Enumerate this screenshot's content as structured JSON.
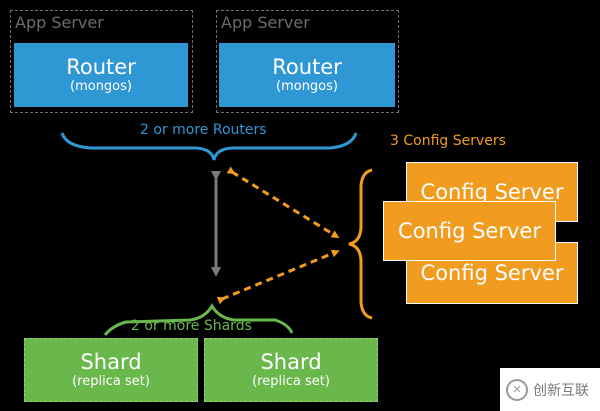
{
  "app_servers": [
    {
      "title": "App Server",
      "router": {
        "title": "Router",
        "sub": "(mongos)"
      }
    },
    {
      "title": "App Server",
      "router": {
        "title": "Router",
        "sub": "(mongos)"
      }
    }
  ],
  "captions": {
    "routers": "2 or more Routers",
    "shards": "2 or more Shards",
    "config": "3 Config Servers"
  },
  "config_servers": [
    {
      "title": "Config Server"
    },
    {
      "title": "Config Server"
    },
    {
      "title": "Config Server"
    }
  ],
  "shards": [
    {
      "title": "Shard",
      "sub": "(replica set)"
    },
    {
      "title": "Shard",
      "sub": "(replica set)"
    }
  ],
  "watermark": {
    "text": "创新互联"
  },
  "colors": {
    "router": "#2f97d3",
    "shard": "#6ab84c",
    "config": "#f29c1f",
    "connector": "#7a7a7a"
  }
}
